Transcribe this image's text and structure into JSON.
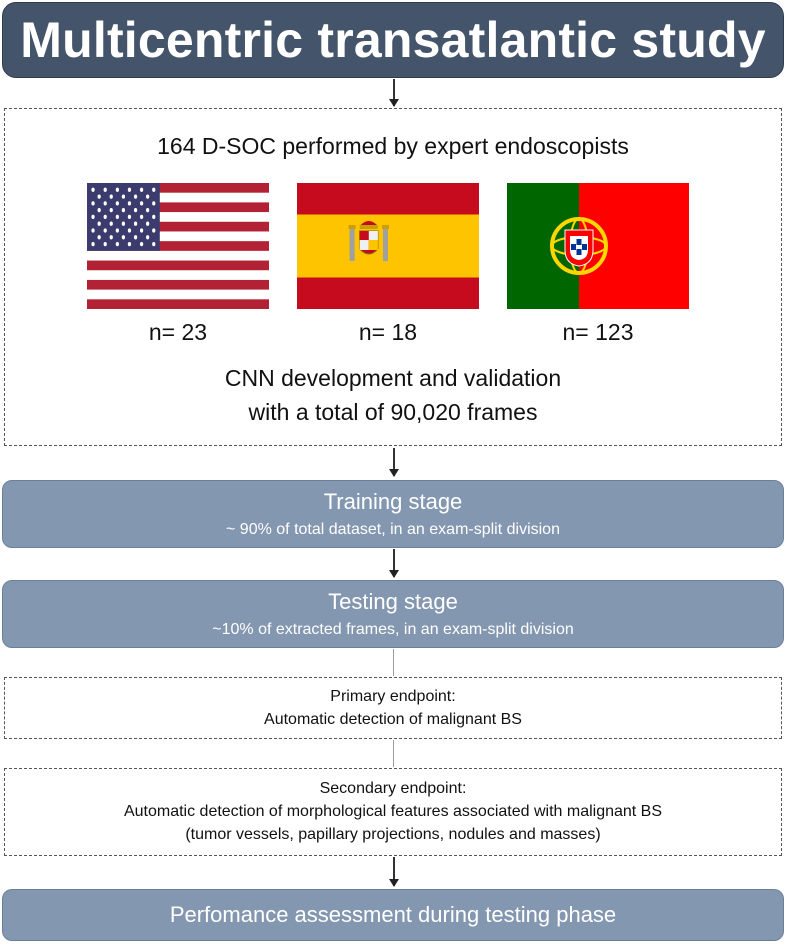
{
  "header": {
    "title": "Multicentric transatlantic study"
  },
  "dataset": {
    "heading": "164 D-SOC performed by expert endoscopists",
    "countries": [
      {
        "flag": "usa-flag-icon",
        "count": "n= 23"
      },
      {
        "flag": "spain-flag-icon",
        "count": "n= 18"
      },
      {
        "flag": "portugal-flag-icon",
        "count": "n= 123"
      }
    ],
    "footer_line1": "CNN development and validation",
    "footer_line2": "with a total of 90,020 frames"
  },
  "training": {
    "title": "Training stage",
    "subtitle": "~ 90% of total dataset, in an exam-split division"
  },
  "testing": {
    "title": "Testing stage",
    "subtitle": "~10% of extracted frames, in an exam-split division"
  },
  "primary_endpoint": {
    "label": "Primary endpoint:",
    "text": "Automatic detection of malignant BS"
  },
  "secondary_endpoint": {
    "label": "Secondary endpoint:",
    "line1": "Automatic detection of morphological features associated with malignant BS",
    "line2": "(tumor vessels, papillary projections, nodules and masses)"
  },
  "assessment": {
    "title": "Perfomance assessment during testing phase"
  },
  "colors": {
    "title_bg": "#44546a",
    "stage_bg": "#8497b0",
    "usa_red": "#b22234",
    "usa_blue": "#3c3b6e",
    "spain_red": "#c60b1e",
    "spain_yellow": "#ffc400",
    "portugal_green": "#006600",
    "portugal_red": "#ff0000"
  }
}
